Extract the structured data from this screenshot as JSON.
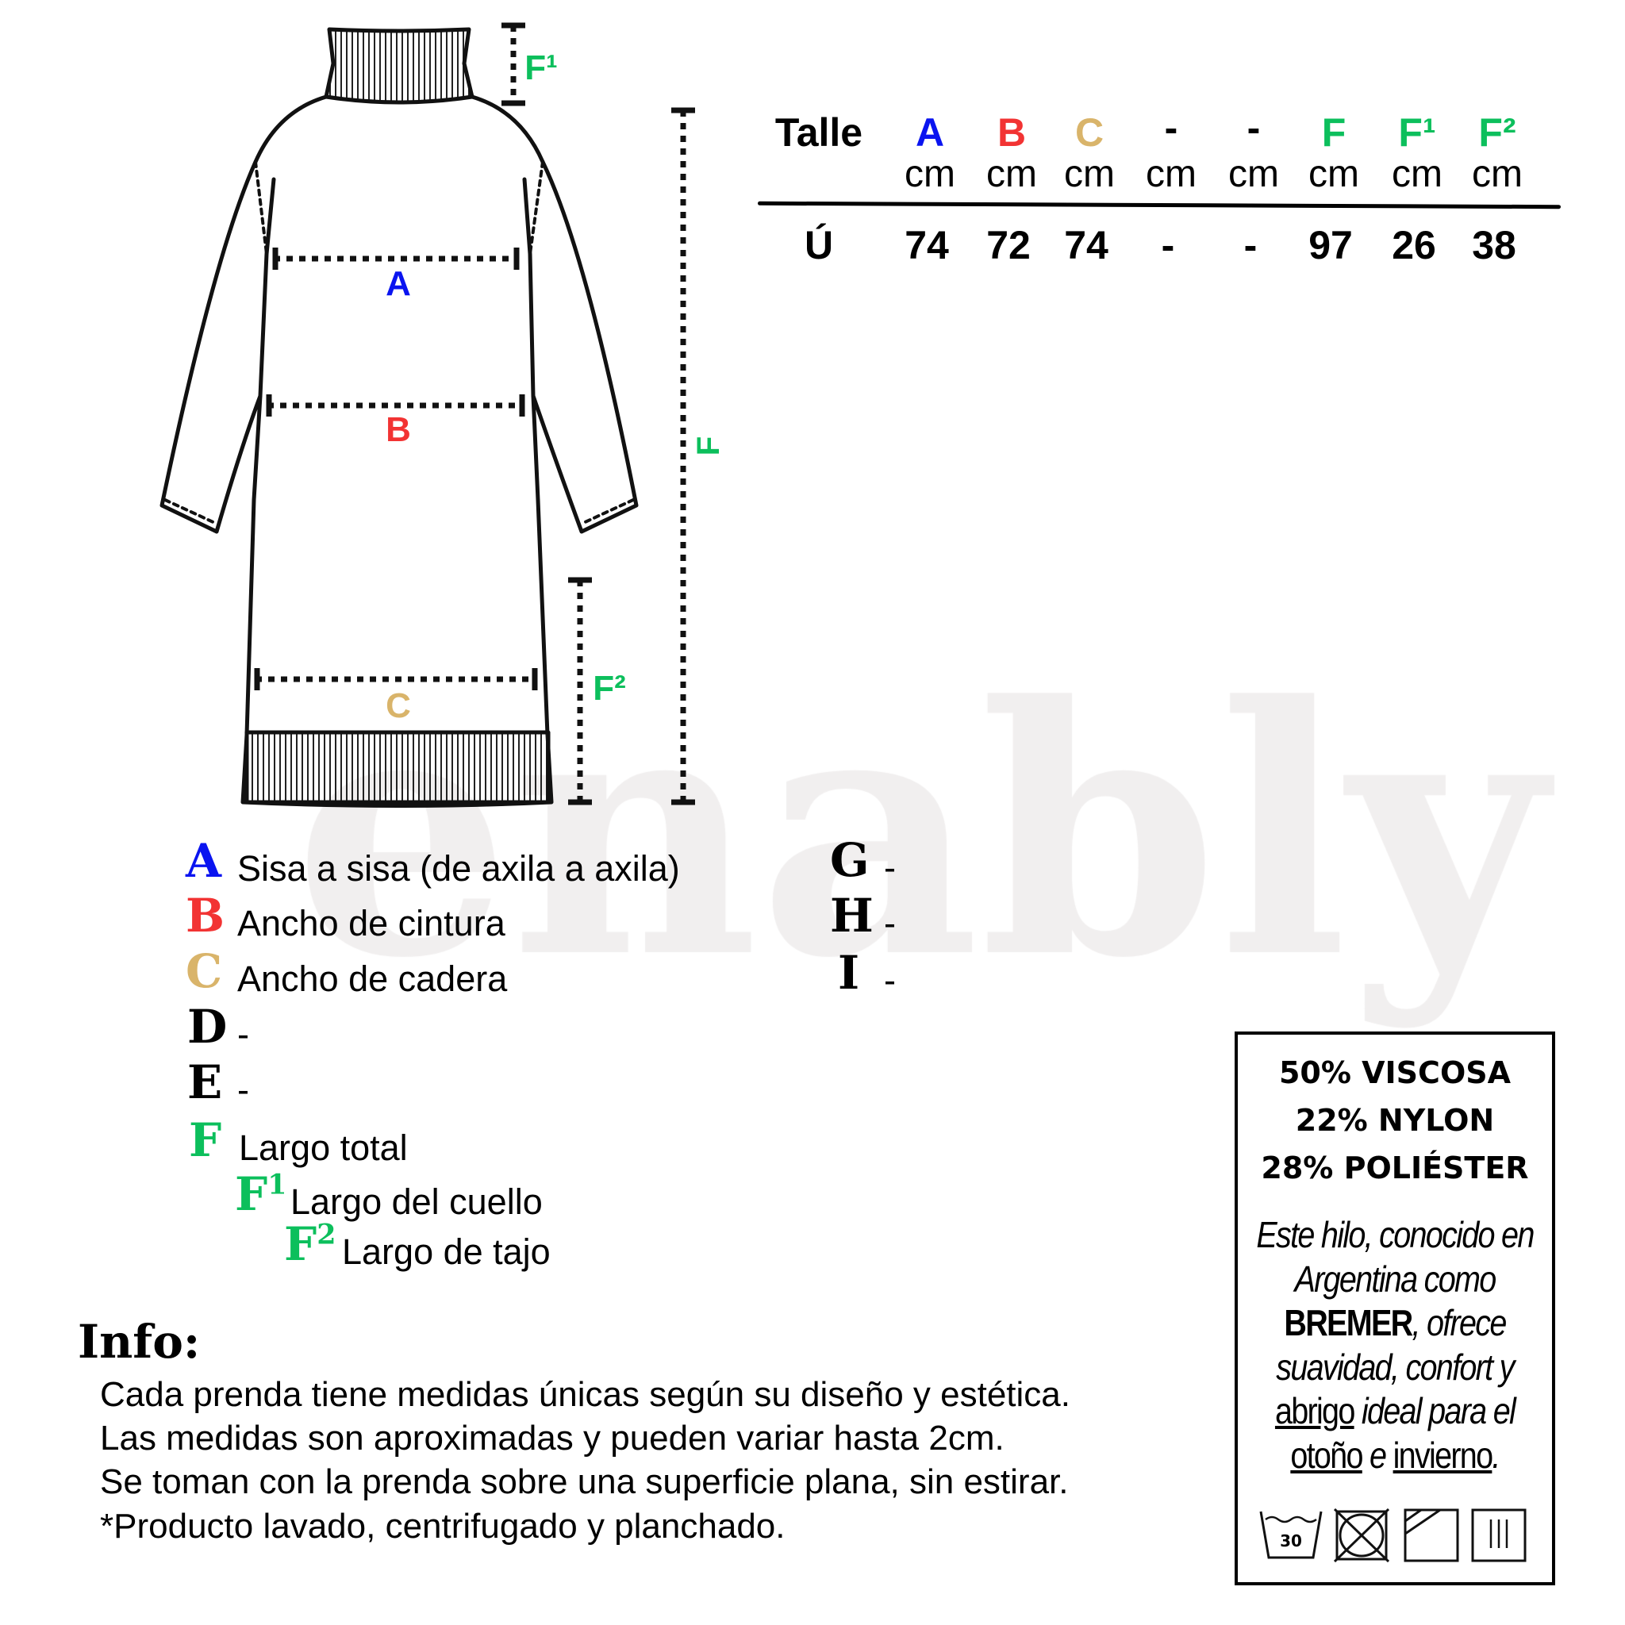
{
  "watermark": "enably",
  "colors": {
    "A": "#0a14f0",
    "B": "#f23333",
    "C": "#d9b46a",
    "F": "#0cbf5c",
    "text": "#000000",
    "watermark": "#f1efef"
  },
  "diagram": {
    "labels": {
      "A": "A",
      "B": "B",
      "C": "C",
      "F": "F",
      "F1": "F¹",
      "F2": "F²"
    }
  },
  "table": {
    "size_header": "Talle",
    "columns": [
      {
        "letter": "A",
        "unit": "cm",
        "value": "74",
        "color": "#0a14f0"
      },
      {
        "letter": "B",
        "unit": "cm",
        "value": "72",
        "color": "#f23333"
      },
      {
        "letter": "C",
        "unit": "cm",
        "value": "74",
        "color": "#d9b46a"
      },
      {
        "letter": "-",
        "unit": "cm",
        "value": "-",
        "color": "#000000"
      },
      {
        "letter": "-",
        "unit": "cm",
        "value": "-",
        "color": "#000000"
      },
      {
        "letter": "F",
        "unit": "cm",
        "value": "97",
        "color": "#0cbf5c"
      },
      {
        "letter": "F¹",
        "unit": "cm",
        "value": "26",
        "color": "#0cbf5c"
      },
      {
        "letter": "F²",
        "unit": "cm",
        "value": "38",
        "color": "#0cbf5c"
      }
    ],
    "size_value": "Ú"
  },
  "legend": [
    {
      "letter": "A",
      "text": "Sisa a sisa (de axila a axila)"
    },
    {
      "letter": "B",
      "text": "Ancho de cintura"
    },
    {
      "letter": "C",
      "text": "Ancho de cadera"
    },
    {
      "letter": "D",
      "text": "-"
    },
    {
      "letter": "E",
      "text": "-"
    },
    {
      "letter": "F",
      "text": "Largo total"
    },
    {
      "letter": "F",
      "sup": "1",
      "text": "Largo del cuello"
    },
    {
      "letter": "F",
      "sup": "2",
      "text": "Largo de tajo"
    },
    {
      "letter": "G",
      "text": "-"
    },
    {
      "letter": "H",
      "text": "-"
    },
    {
      "letter": "I",
      "text": "-"
    }
  ],
  "info": {
    "title": "Info:",
    "lines": [
      "Cada prenda tiene medidas únicas según su diseño y estética.",
      "Las medidas son aproximadas y pueden variar hasta 2cm.",
      "Se toman con la prenda sobre una superficie plana, sin estirar.",
      "*Producto lavado, centrifugado y planchado."
    ]
  },
  "care_label": {
    "materials": [
      "50% VISCOSA",
      "22% NYLON",
      "28% POLIÉSTER"
    ],
    "p": {
      "s1": "Este hilo, conocido en Argentina como ",
      "brand": "BREMER",
      "s2": ", ofrece suavidad, confort y ",
      "u1": "abrigo",
      "s3": " ideal para el ",
      "u2": "otoño",
      "s4": " e ",
      "u3": "invierno",
      "s5": "."
    },
    "icons": [
      "wash-30-icon",
      "no-tumble-dry-icon",
      "dry-in-shade-icon",
      "drip-dry-icon"
    ],
    "wash_temp": "30"
  }
}
